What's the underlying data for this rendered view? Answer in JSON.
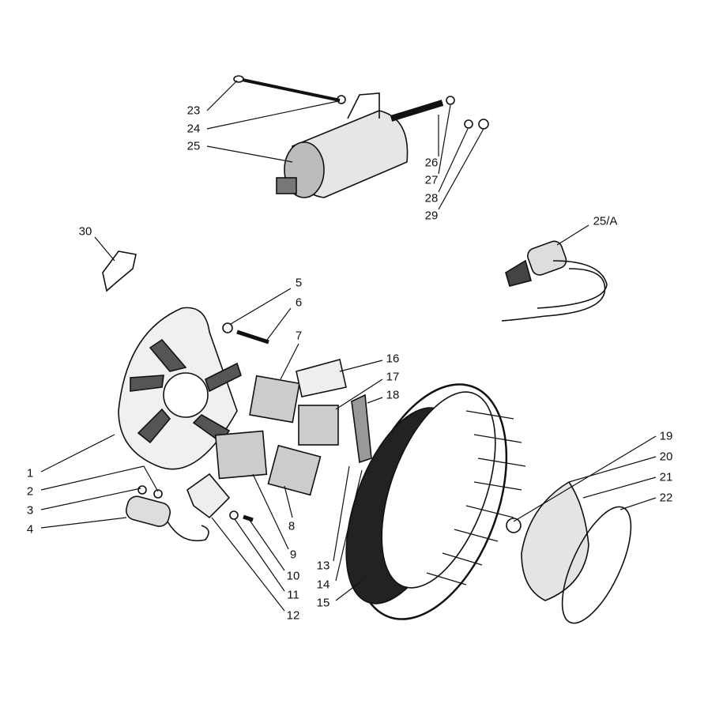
{
  "labels": {
    "l1": "1",
    "l2": "2",
    "l3": "3",
    "l4": "4",
    "l5": "5",
    "l6": "6",
    "l7": "7",
    "l8": "8",
    "l9": "9",
    "l10": "10",
    "l11": "11",
    "l12": "12",
    "l13": "13",
    "l14": "14",
    "l15": "15",
    "l16": "16",
    "l17": "17",
    "l18": "18",
    "l19": "19",
    "l20": "20",
    "l21": "21",
    "l22": "22",
    "l23": "23",
    "l24": "24",
    "l25": "25",
    "l25a": "25/A",
    "l26": "26",
    "l27": "27",
    "l28": "28",
    "l29": "29",
    "l30": "30"
  }
}
